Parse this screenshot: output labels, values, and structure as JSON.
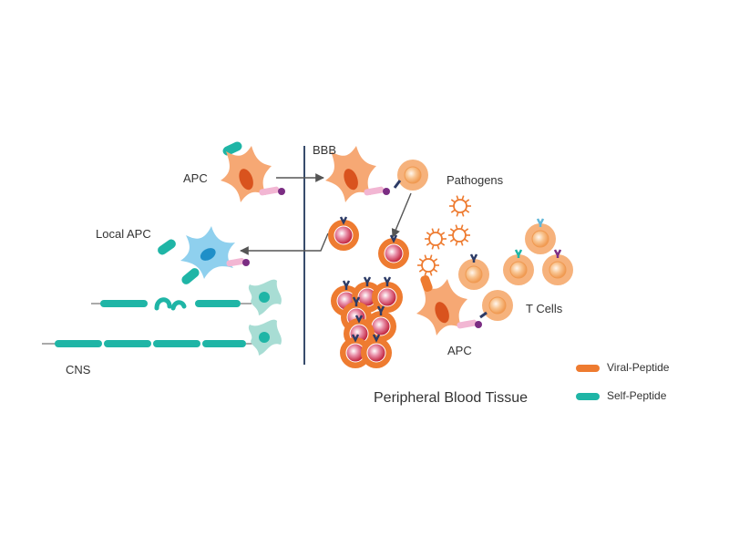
{
  "labels": {
    "bbb": "BBB",
    "apc_top": "APC",
    "pathogens": "Pathogens",
    "local_apc": "Local APC",
    "t_cells": "T Cells",
    "apc_bottom": "APC",
    "cns": "CNS",
    "peripheral_blood_tissue": "Peripheral Blood Tissue"
  },
  "legend": [
    {
      "label": "Viral-Peptide",
      "color": "#ee7b30"
    },
    {
      "label": "Self-Peptide",
      "color": "#1fb5a6"
    }
  ],
  "colors": {
    "orange": "#ee7b30",
    "light_orange": "#f6b27c",
    "pale_orange": "#fbd0a8",
    "teal": "#1fb5a6",
    "blue_apc": "#8fd0ee",
    "blue_nucleus": "#1f8fc8",
    "navy": "#2c3b66",
    "purple": "#7b2d83",
    "pink": "#f2b6d3",
    "neuron": "#a8ddd4",
    "line": "#374b6b"
  },
  "icons": [
    "apc-cell-icon",
    "t-cell-icon",
    "pathogen-icon",
    "neuron-icon",
    "axon-icon"
  ]
}
